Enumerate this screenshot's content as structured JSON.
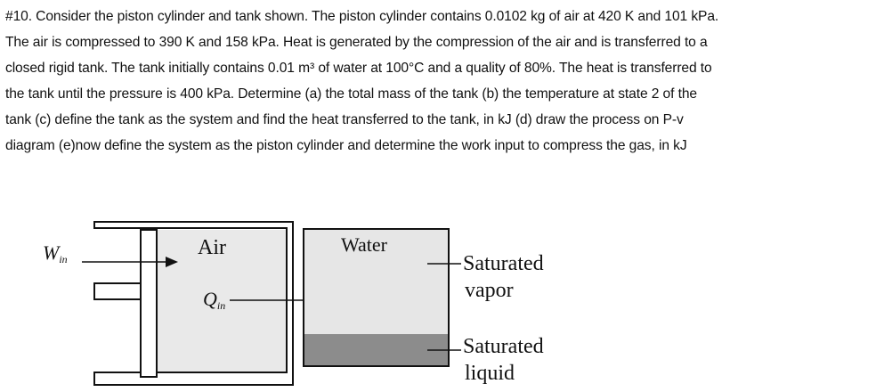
{
  "problem": {
    "lines": [
      "#10. Consider the piston cylinder and tank shown.  The piston cylinder contains 0.0102 kg of air at 420 K and 101 kPa.",
      "The air is compressed to 390 K and 158 kPa.  Heat is generated by the compression of the air and is transferred to a",
      "closed rigid tank.  The tank initially contains 0.01 m³ of water at 100°C and a quality of 80%. The heat is transferred to",
      "the tank until the pressure is 400 kPa.  Determine (a) the total mass of the tank (b) the temperature at state 2 of the",
      "tank (c) define the tank as the system and find the heat transferred to the tank, in kJ (d) draw the process on P-v",
      "diagram (e)now define the system as the piston cylinder and determine the work input to compress the gas, in kJ"
    ]
  },
  "figure": {
    "win_label_main": "W",
    "win_label_sub": "in",
    "air_label": "Air",
    "qin_label_main": "Q",
    "qin_label_sub": "in",
    "water_label": "Water",
    "sat_vapor_line1": "Saturated",
    "sat_vapor_line2": "vapor",
    "sat_liquid_line1": "Saturated",
    "sat_liquid_line2": "liquid",
    "colors": {
      "cylinder_fill": "#e9e9e9",
      "vapor_fill": "#e6e6e6",
      "liquid_fill": "#8c8c8c",
      "line": "#111111"
    }
  }
}
